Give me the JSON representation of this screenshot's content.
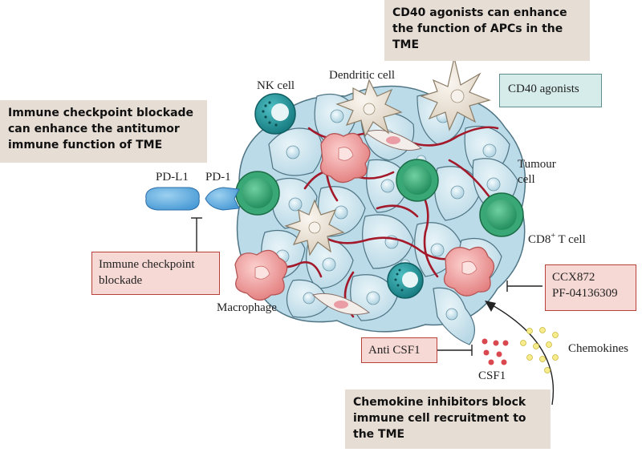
{
  "callouts": {
    "cd40": "CD40 agonists can enhance\nthe function of APCs in the\nTME",
    "checkpoint": "Immune checkpoint blockade\ncan enhance the antitumor\nimmune function of TME",
    "chemokine": "Chemokine inhibitors block\nimmune cell recruitment to\nthe TME"
  },
  "boxes": {
    "cd40_agonists": "CD40 agonists",
    "immune_checkpoint": "Immune checkpoint\nblockade",
    "ccx": "CCX872\nPF-04136309",
    "anti_csf1": "Anti CSF1"
  },
  "labels": {
    "nk_cell": "NK cell",
    "dendritic_cell": "Dendritic cell",
    "tumour_cell": "Tumour\ncell",
    "cd8_prefix": "CD8",
    "cd8_sup": "+",
    "cd8_suffix": " T cell",
    "macrophage": "Macrophage",
    "pd_l1": "PD-L1",
    "pd_1": "PD-1",
    "csf1": "CSF1",
    "chemokines": "Chemokines"
  },
  "colors": {
    "tumour_fill": "#c9e3ec",
    "vessel": "#a3192a",
    "t_cell": "#2f9e6b",
    "nk_cell": "#1d8f94",
    "macrophage": "#e98c8c",
    "dendritic": "#e8dfd2",
    "csf1_dots": "#d9484f",
    "chemokine_dots": "#f2e36a"
  }
}
